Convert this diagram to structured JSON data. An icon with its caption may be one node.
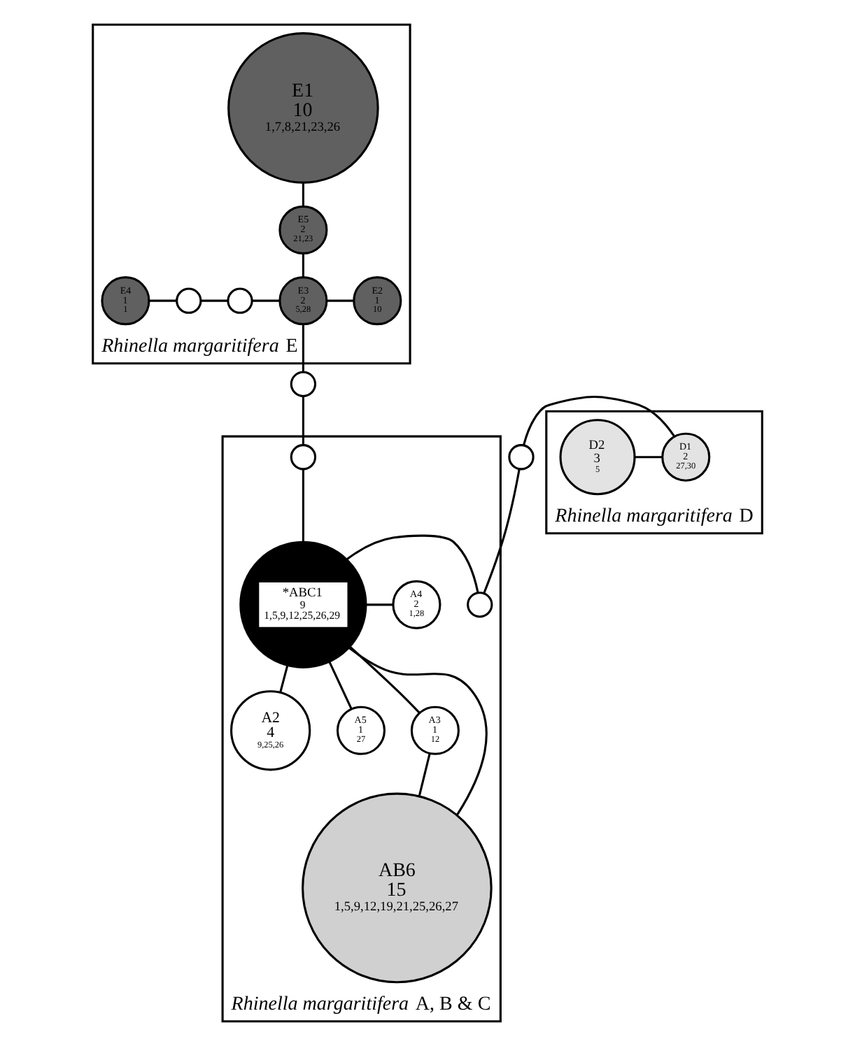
{
  "diagram": {
    "nodes": [
      {
        "text": [
          "*Rhinella margaritifera* E"
        ]
      },
      {
        "text": [
          "E1",
          "10",
          "1,7,8,21,23,26"
        ],
        "in": 0
      },
      {
        "text": [
          "E5",
          "2",
          "21,23"
        ],
        "in": 0
      },
      {
        "text": [
          "E4",
          "1",
          "1"
        ],
        "in": 0
      },
      {
        "text": [],
        "shape": "circle",
        "in": 0
      },
      {
        "text": [],
        "shape": "circle",
        "in": 0
      },
      {
        "text": [
          "E3",
          "2",
          "5,28"
        ],
        "in": 0
      },
      {
        "text": [
          "E2",
          "1",
          "10"
        ],
        "in": 0
      },
      {
        "text": [],
        "shape": "circle"
      },
      {
        "text": [
          "*Rhinella margaritifera* D"
        ]
      },
      {
        "text": [
          "D2",
          "3",
          "5"
        ],
        "in": 9
      },
      {
        "text": [
          "D1",
          "2",
          "27,30"
        ],
        "in": 9
      },
      {
        "text": [],
        "shape": "circle"
      },
      {
        "text": [
          "*Rhinella margaritifera* A, B & C"
        ]
      },
      {
        "text": [],
        "shape": "circle",
        "in": 13
      },
      {
        "text": [
          "A2",
          "4",
          "9,25,26"
        ],
        "in": 13
      },
      {
        "text": [],
        "shape": "circle",
        "in": 13
      },
      {
        "text": [
          "*ABC1",
          "9",
          "1,5,9,12,25,26,29"
        ],
        "in": 13
      },
      {
        "text": [
          "A4",
          "2",
          "1,28"
        ],
        "in": 13
      },
      {
        "text": [
          "A5",
          "1",
          "27"
        ],
        "in": 13
      },
      {
        "text": [
          "A3",
          "1",
          "12"
        ],
        "in": 13
      },
      {
        "text": [
          "AB6",
          "15",
          "1,5,9,12,19,21,25,26,27"
        ],
        "in": 13
      }
    ],
    "edges": [
      {
        "from": 1,
        "to": 2,
        "arrow": "none"
      },
      {
        "from": 2,
        "to": 6,
        "arrow": "none"
      },
      {
        "from": 3,
        "to": 4,
        "arrow": "none"
      },
      {
        "from": 4,
        "to": 5,
        "arrow": "none"
      },
      {
        "from": 5,
        "to": 6,
        "arrow": "none"
      },
      {
        "from": 6,
        "to": 7,
        "arrow": "none"
      },
      {
        "from": 6,
        "to": 8,
        "arrow": "none"
      },
      {
        "from": 8,
        "to": 14,
        "arrow": "none"
      },
      {
        "from": 14,
        "to": 17,
        "arrow": "none"
      },
      {
        "from": 17,
        "to": 15,
        "arrow": "none"
      },
      {
        "from": 10,
        "to": 11,
        "arrow": "none"
      },
      {
        "from": 11,
        "to": 12,
        "arrow": "none"
      },
      {
        "from": 12,
        "to": 16,
        "arrow": "none"
      },
      {
        "from": 16,
        "to": 17,
        "arrow": "none"
      },
      {
        "from": 17,
        "to": 18,
        "arrow": "none"
      },
      {
        "from": 17,
        "to": 19,
        "arrow": "none"
      },
      {
        "from": 17,
        "to": 20,
        "arrow": "none"
      },
      {
        "from": 17,
        "to": 21,
        "arrow": "none"
      },
      {
        "from": 20,
        "to": 21,
        "arrow": "none"
      }
    ]
  }
}
